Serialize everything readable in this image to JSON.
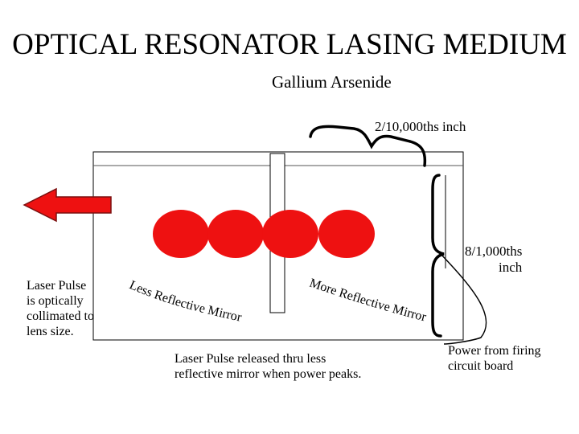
{
  "title": "OPTICAL RESONATOR LASING MEDIUM",
  "subtitle": "Gallium Arsenide",
  "dimensions": {
    "thickness": "2/10,000ths inch",
    "length": "8/1,000ths\ninch"
  },
  "mirrors": {
    "less_reflective": "Less Reflective Mirror",
    "more_reflective": "More Reflective Mirror"
  },
  "notes": {
    "laser_pulse": "Laser Pulse\nis optically\ncollimated to\nlens size.",
    "release": "Laser Pulse released thru less\nreflective mirror when power peaks.",
    "power": "Power from firing\ncircuit board"
  },
  "colors": {
    "arrow": "#ee1111",
    "pulse": "#ee1111"
  }
}
